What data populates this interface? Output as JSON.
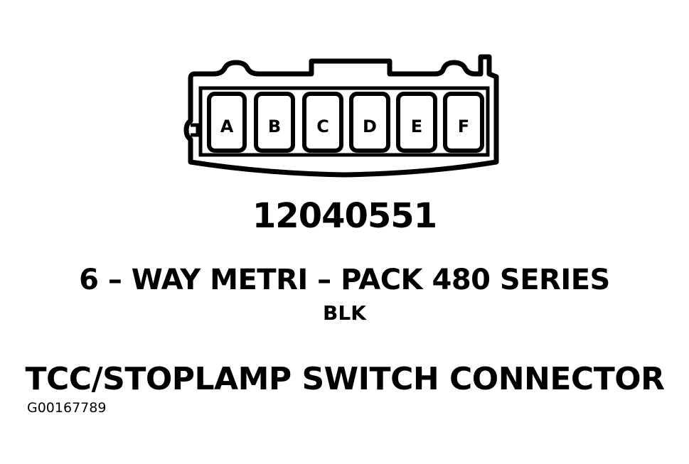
{
  "connector": {
    "pins": [
      "A",
      "B",
      "C",
      "D",
      "E",
      "F"
    ]
  },
  "part_number": "12040551",
  "series": "6 – WAY METRI – PACK 480 SERIES",
  "color": "BLK",
  "title": "TCC/STOPLAMP SWITCH CONNECTOR",
  "figure_id": "G00167789"
}
